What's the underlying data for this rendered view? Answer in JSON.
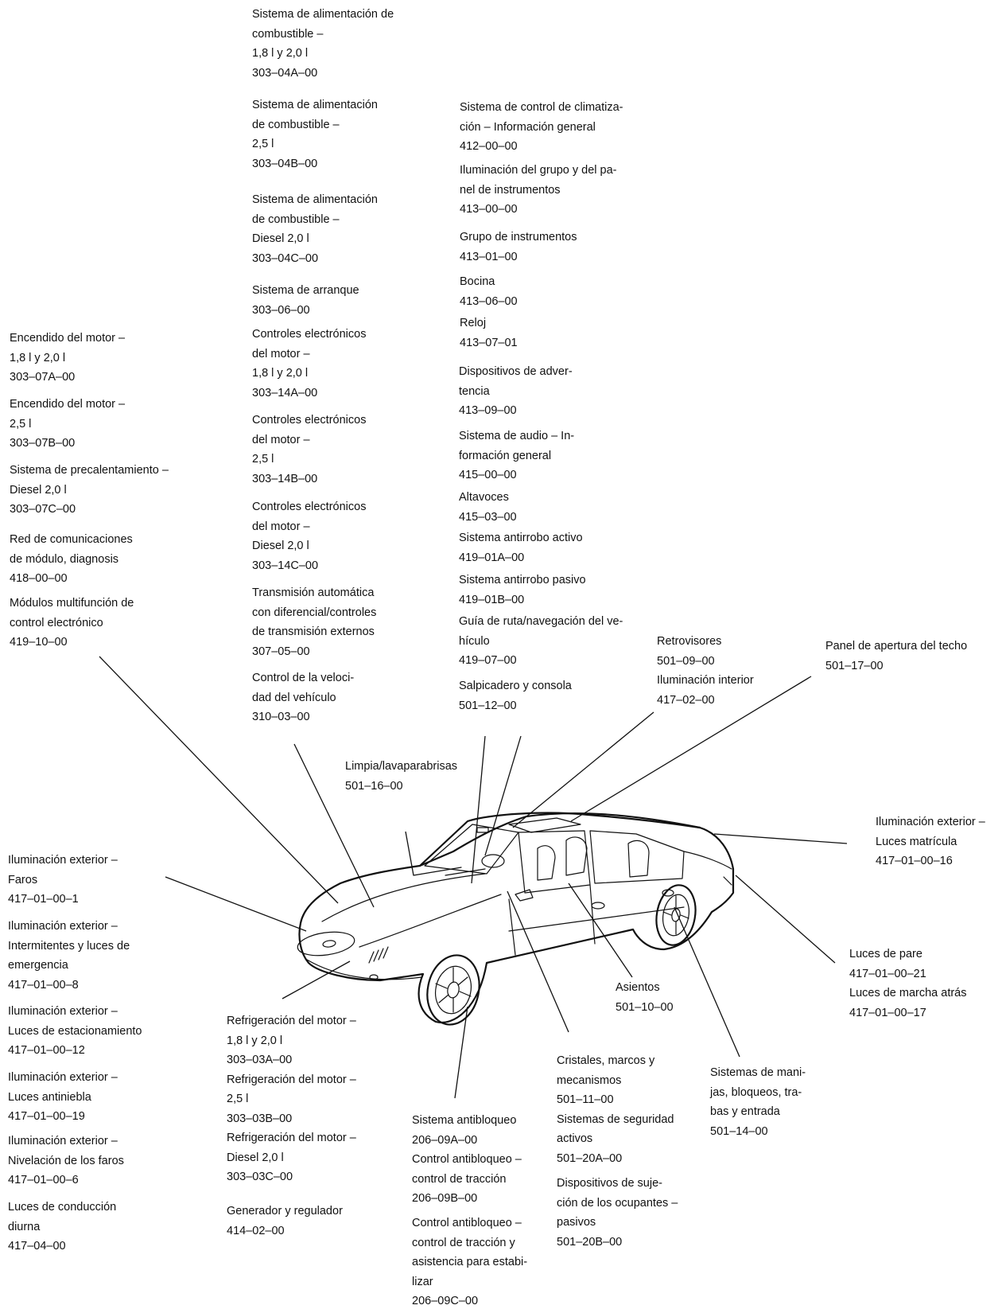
{
  "labels": [
    {
      "id": "fuel-18-20",
      "lines": [
        "Sistema de alimentación de",
        "combustible –",
        "1,8 l y 2,0 l",
        "303–04A–00"
      ]
    },
    {
      "id": "fuel-25",
      "lines": [
        "Sistema de alimentación",
        "de combustible –",
        "2,5 l",
        "303–04B–00"
      ]
    },
    {
      "id": "fuel-diesel",
      "lines": [
        "Sistema de alimentación",
        "de combustible –",
        "Diesel 2,0 l",
        "303–04C–00"
      ]
    },
    {
      "id": "starting-system",
      "lines": [
        "Sistema de arranque",
        "303–06–00"
      ]
    },
    {
      "id": "engine-controls-18-20",
      "lines": [
        "Controles electrónicos",
        "del motor –",
        "1,8 l y 2,0 l",
        "303–14A–00"
      ]
    },
    {
      "id": "engine-controls-25",
      "lines": [
        "Controles electrónicos",
        "del motor –",
        "2,5 l",
        "303–14B–00"
      ]
    },
    {
      "id": "engine-controls-diesel",
      "lines": [
        "Controles electrónicos",
        "del motor –",
        "Diesel 2,0 l",
        "303–14C–00"
      ]
    },
    {
      "id": "automatic-transmission",
      "lines": [
        "Transmisión automática",
        "con diferencial/controles",
        "de transmisión externos",
        "307–05–00"
      ]
    },
    {
      "id": "speed-control",
      "lines": [
        "Control de la veloci-",
        "dad del vehículo",
        "310–03–00"
      ]
    },
    {
      "id": "climate-control",
      "lines": [
        "Sistema de control de climatiza-",
        "ción – Información general",
        "412–00–00"
      ]
    },
    {
      "id": "instrument-lighting",
      "lines": [
        "Iluminación del grupo y del pa-",
        "nel de instrumentos",
        "413–00–00"
      ]
    },
    {
      "id": "instrument-cluster",
      "lines": [
        "Grupo de instrumentos",
        "413–01–00"
      ]
    },
    {
      "id": "horn",
      "lines": [
        "Bocina",
        "413–06–00"
      ]
    },
    {
      "id": "clock",
      "lines": [
        "Reloj",
        "413–07–01"
      ]
    },
    {
      "id": "warning-devices",
      "lines": [
        "Dispositivos de adver-",
        "tencia",
        "413–09–00"
      ]
    },
    {
      "id": "audio-system",
      "lines": [
        "Sistema de audio – In-",
        "formación general",
        "415–00–00"
      ]
    },
    {
      "id": "speakers",
      "lines": [
        "Altavoces",
        "415–03–00"
      ]
    },
    {
      "id": "active-antitheft",
      "lines": [
        "Sistema antirrobo activo",
        "419–01A–00"
      ]
    },
    {
      "id": "passive-antitheft",
      "lines": [
        "Sistema antirrobo pasivo",
        "419–01B–00"
      ]
    },
    {
      "id": "navigation",
      "lines": [
        "Guía de ruta/navegación del ve-",
        "hículo",
        "419–07–00"
      ]
    },
    {
      "id": "instrument-panel",
      "lines": [
        "Salpicadero y consola",
        "501–12–00"
      ]
    },
    {
      "id": "mirrors",
      "lines": [
        "Retrovisores",
        "501–09–00",
        "Iluminación interior",
        "417–02–00"
      ]
    },
    {
      "id": "roof-opening",
      "lines": [
        "Panel de apertura del techo",
        "501–17–00"
      ]
    },
    {
      "id": "ignition-18-20",
      "lines": [
        "Encendido del motor –",
        "1,8 l y 2,0 l",
        "303–07A–00"
      ]
    },
    {
      "id": "ignition-25",
      "lines": [
        "Encendido del motor –",
        "2,5 l",
        "303–07B–00"
      ]
    },
    {
      "id": "glow-plug",
      "lines": [
        "Sistema de precalentamiento –",
        "Diesel 2,0 l",
        "303–07C–00"
      ]
    },
    {
      "id": "module-network",
      "lines": [
        "Red de comunicaciones",
        "de módulo, diagnosis",
        "418–00–00"
      ]
    },
    {
      "id": "multifunction-modules",
      "lines": [
        "Módulos multifunción de",
        "control electrónico",
        "419–10–00"
      ]
    },
    {
      "id": "wipers",
      "lines": [
        "Limpia/lavaparabrisas",
        "501–16–00"
      ]
    },
    {
      "id": "plate-lamps",
      "lines": [
        "Iluminación exterior –",
        "Luces matrícula",
        "417–01–00–16"
      ]
    },
    {
      "id": "headlamps",
      "lines": [
        "Iluminación exterior –",
        "Faros",
        "417–01–00–1"
      ]
    },
    {
      "id": "turn-hazard",
      "lines": [
        "Iluminación exterior –",
        "Intermitentes y luces de",
        "emergencia",
        "417–01–00–8"
      ]
    },
    {
      "id": "parking-lamps",
      "lines": [
        "Iluminación exterior –",
        "Luces de estacionamiento",
        "417–01–00–12"
      ]
    },
    {
      "id": "fog-lamps",
      "lines": [
        "Iluminación exterior –",
        " Luces antiniebla",
        "417–01–00–19"
      ]
    },
    {
      "id": "headlamp-leveling",
      "lines": [
        "Iluminación exterior –",
        "Nivelación de los faros",
        "417–01–00–6"
      ]
    },
    {
      "id": "daytime-running",
      "lines": [
        "Luces de conducción",
        "diurna",
        "417–04–00"
      ]
    },
    {
      "id": "cooling",
      "lines": [
        "Refrigeración del motor –",
        "1,8 l y 2,0 l",
        "303–03A–00",
        "Refrigeración del motor –",
        "2,5 l",
        "303–03B–00",
        "Refrigeración del motor –",
        "Diesel 2,0 l",
        "303–03C–00"
      ]
    },
    {
      "id": "generator",
      "lines": [
        "Generador y regulador",
        "414–02–00"
      ]
    },
    {
      "id": "antilock",
      "lines": [
        "Sistema antibloqueo",
        "206–09A–00",
        "Control antibloqueo –",
        "control de tracción",
        "206–09B–00"
      ]
    },
    {
      "id": "stability",
      "lines": [
        "Control antibloqueo –",
        "control de tracción y",
        "asistencia para estabi-",
        "lizar",
        "206–09C–00"
      ]
    },
    {
      "id": "glass-frames",
      "lines": [
        "Cristales, marcos y",
        "mecanismos",
        "501–11–00",
        "Sistemas de seguridad",
        "activos",
        "501–20A–00"
      ]
    },
    {
      "id": "occupant-restraints",
      "lines": [
        "Dispositivos de suje-",
        "ción de los ocupantes –",
        "pasivos",
        "501–20B–00"
      ]
    },
    {
      "id": "seats",
      "lines": [
        "Asientos",
        "501–10–00"
      ]
    },
    {
      "id": "handles-locks",
      "lines": [
        "Sistemas de mani-",
        "jas, bloqueos, tra-",
        "bas y entrada",
        "501–14–00"
      ]
    },
    {
      "id": "stop-reverse",
      "lines": [
        "Luces de pare",
        "417–01–00–21",
        "Luces de marcha atrás",
        "417–01–00–17"
      ]
    }
  ]
}
